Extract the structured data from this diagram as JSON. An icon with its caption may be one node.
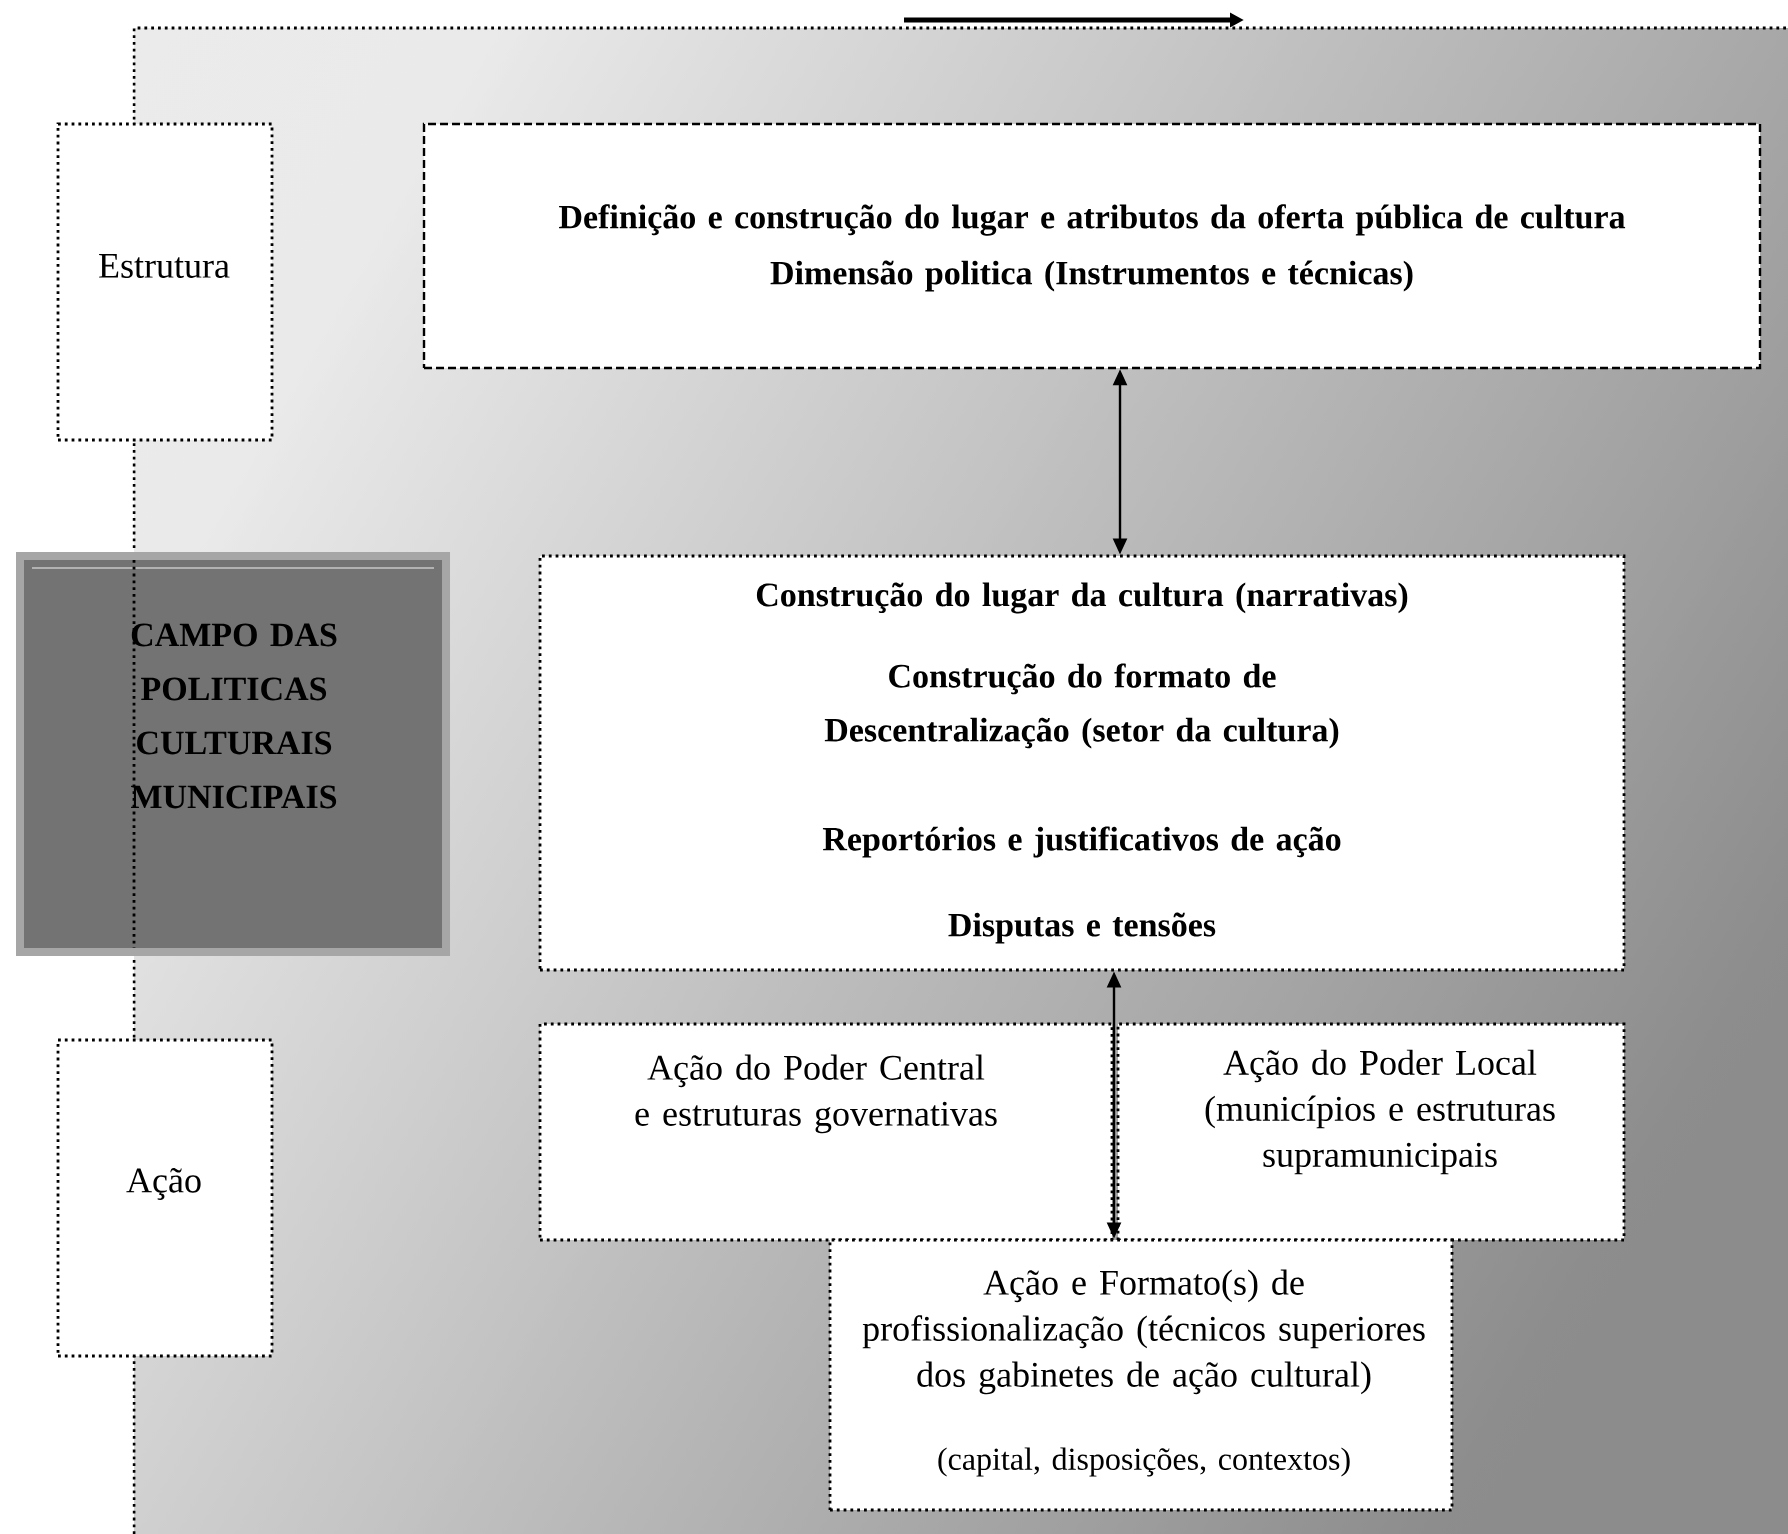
{
  "diagram": {
    "nodes": [
      {
        "text": [
          "Estrutura"
        ]
      },
      {
        "text": [
          "Definição e construção do lugar e atributos da oferta pública de cultura",
          "Dimensão politica (Instrumentos e técnicas)"
        ]
      },
      {
        "text": [
          "CAMPO DAS POLITICAS CULTURAIS MUNICIPAIS"
        ]
      },
      {
        "text": [
          "Construção do lugar da cultura (narrativas)",
          "Construção do formato de Descentralização (setor da cultura)",
          "Reportórios e justificativos de ação",
          "Disputas e tensões"
        ]
      },
      {
        "text": [
          "Ação"
        ]
      },
      {
        "text": [
          "Ação do Poder Central e estruturas governativas"
        ]
      },
      {
        "text": [
          "Ação do Poder Local (municípios e estruturas supramunicipais"
        ]
      },
      {
        "text": [
          "Ação e Formato(s) de profissionalização (técnicos superiores dos gabinetes de ação cultural)",
          "(capital, disposições, contextos)"
        ]
      }
    ],
    "edges": [
      {
        "from": 1,
        "to": 3,
        "arrow": "both"
      },
      {
        "from": 3,
        "to": 7,
        "arrow": "both"
      }
    ]
  }
}
